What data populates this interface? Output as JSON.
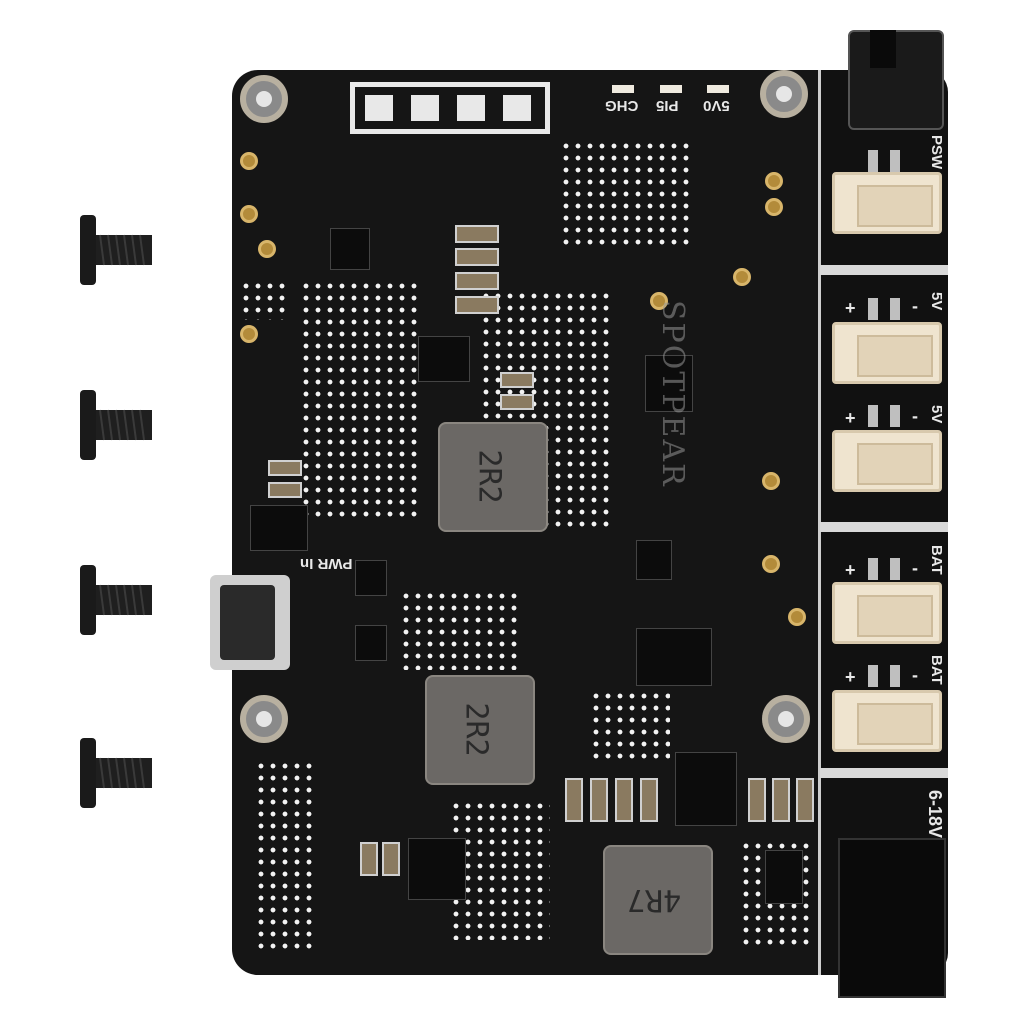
{
  "image": {
    "subject": "Black PCB power/UPS board with screws",
    "board_color": "#151515",
    "silkscreen_color": "#e8e8e8"
  },
  "top_leds": [
    {
      "label": "CHG"
    },
    {
      "label": "PI5"
    },
    {
      "label": "5V0"
    }
  ],
  "right_strip": {
    "switch_label": "PSW",
    "connectors": [
      {
        "label": "PSW",
        "polarity": ""
      },
      {
        "label": "5V",
        "polarity": "+ -"
      },
      {
        "label": "5V",
        "polarity": "+ -"
      },
      {
        "label": "BAT",
        "polarity": "+ -"
      },
      {
        "label": "BAT",
        "polarity": "+ -"
      }
    ],
    "dc_input_label": "6-18V"
  },
  "usb_input_label": "PWR In",
  "inductors": [
    {
      "marking": "2R2"
    },
    {
      "marking": "2R2"
    },
    {
      "marking": "4R7"
    }
  ],
  "watermark": "SPOTPEAR",
  "screws": {
    "count": 4
  },
  "plus_sign": "+",
  "minus_sign": "-"
}
